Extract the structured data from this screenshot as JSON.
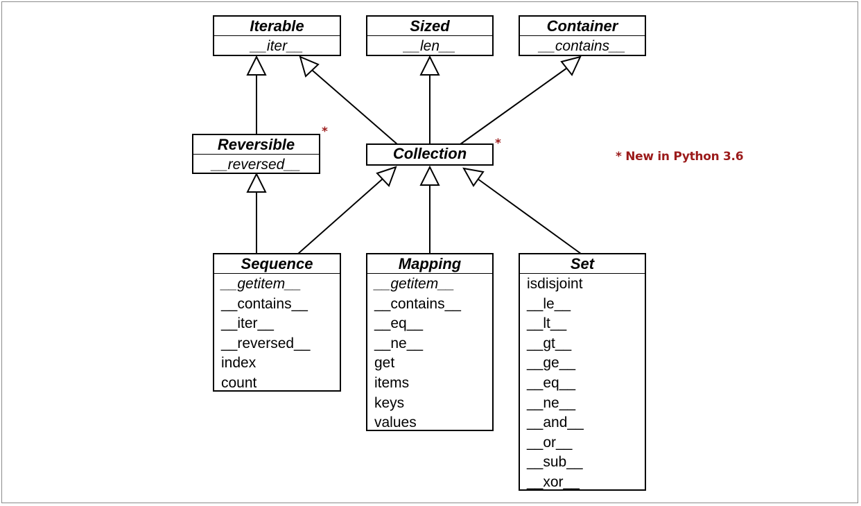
{
  "classes": {
    "iterable": {
      "name": "Iterable",
      "methods": [
        "__iter__"
      ]
    },
    "sized": {
      "name": "Sized",
      "methods": [
        "__len__"
      ]
    },
    "container": {
      "name": "Container",
      "methods": [
        "__contains__"
      ]
    },
    "reversible": {
      "name": "Reversible",
      "methods": [
        "__reversed__"
      ]
    },
    "collection": {
      "name": "Collection"
    },
    "sequence": {
      "name": "Sequence",
      "methods": [
        "__getitem__",
        "__contains__",
        "__iter__",
        "__reversed__",
        "index",
        "count"
      ]
    },
    "mapping": {
      "name": "Mapping",
      "methods": [
        "__getitem__",
        "__contains__",
        "__eq__",
        "__ne__",
        "get",
        "items",
        "keys",
        "values"
      ]
    },
    "set": {
      "name": "Set",
      "methods": [
        "isdisjoint",
        "__le__",
        "__lt__",
        "__gt__",
        "__ge__",
        "__eq__",
        "__ne__",
        "__and__",
        "__or__",
        "__sub__",
        "__xor__"
      ]
    }
  },
  "markers": {
    "new_star": "*"
  },
  "note": "* New in Python 3.6",
  "colors": {
    "note": "#9b1b1b",
    "lines": "#000000"
  }
}
